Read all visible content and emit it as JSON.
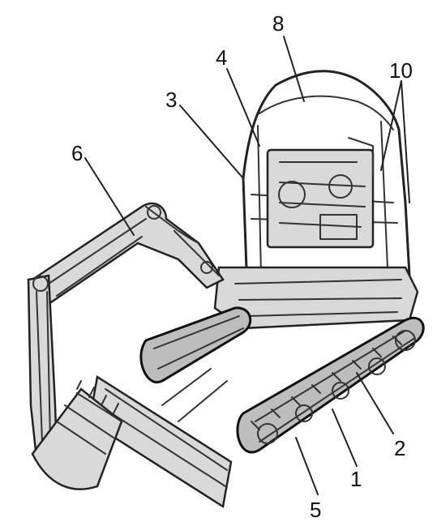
{
  "diagram": {
    "subject": "mini excavator parts callout diagram",
    "callouts": [
      "1",
      "2",
      "3",
      "4",
      "5",
      "6",
      "8",
      "10"
    ]
  },
  "colors": {
    "line": "#222222",
    "background": "#ffffff"
  }
}
